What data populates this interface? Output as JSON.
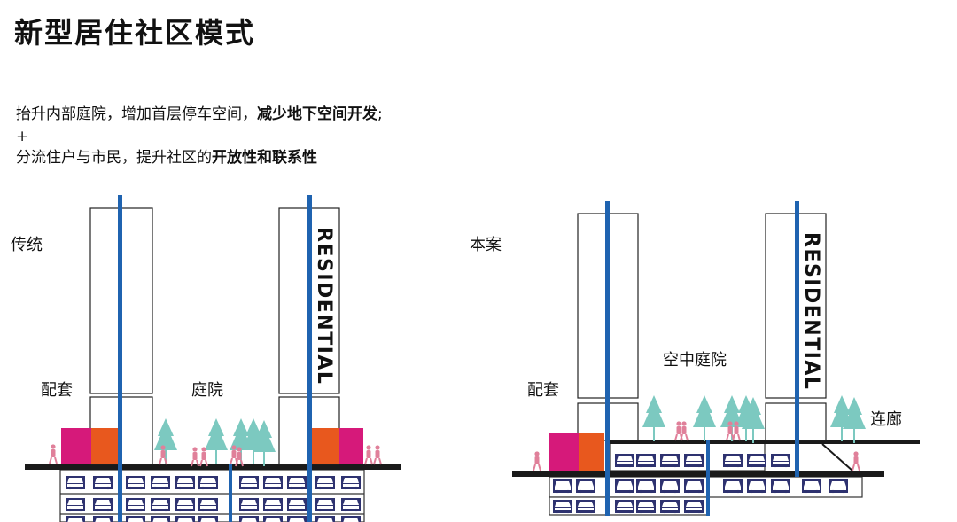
{
  "title": "新型居住社区模式",
  "description": {
    "line1_plain": "抬升内部庭院，增加首层停车空间，",
    "line1_bold": "减少地下空间开发",
    "line1_end": ";",
    "line2": "+",
    "line3_plain": "分流住户与市民，提升社区的",
    "line3_bold": "开放性和联系性"
  },
  "left_diagram": {
    "label": "传统",
    "amenity": "配套",
    "courtyard": "庭院",
    "tower_text": "RESIDENTIAL"
  },
  "right_diagram": {
    "label": "本案",
    "amenity": "配套",
    "sky_courtyard": "空中庭院",
    "bridge": "连廊",
    "tower_text": "RESIDENTIAL"
  },
  "colors": {
    "core_blue": "#1f63b0",
    "amenity_magenta": "#d6197a",
    "amenity_orange": "#e8581e",
    "tree_teal": "#7cc9c0",
    "car_navy": "#2e3270",
    "people_pink": "#e0809a"
  }
}
